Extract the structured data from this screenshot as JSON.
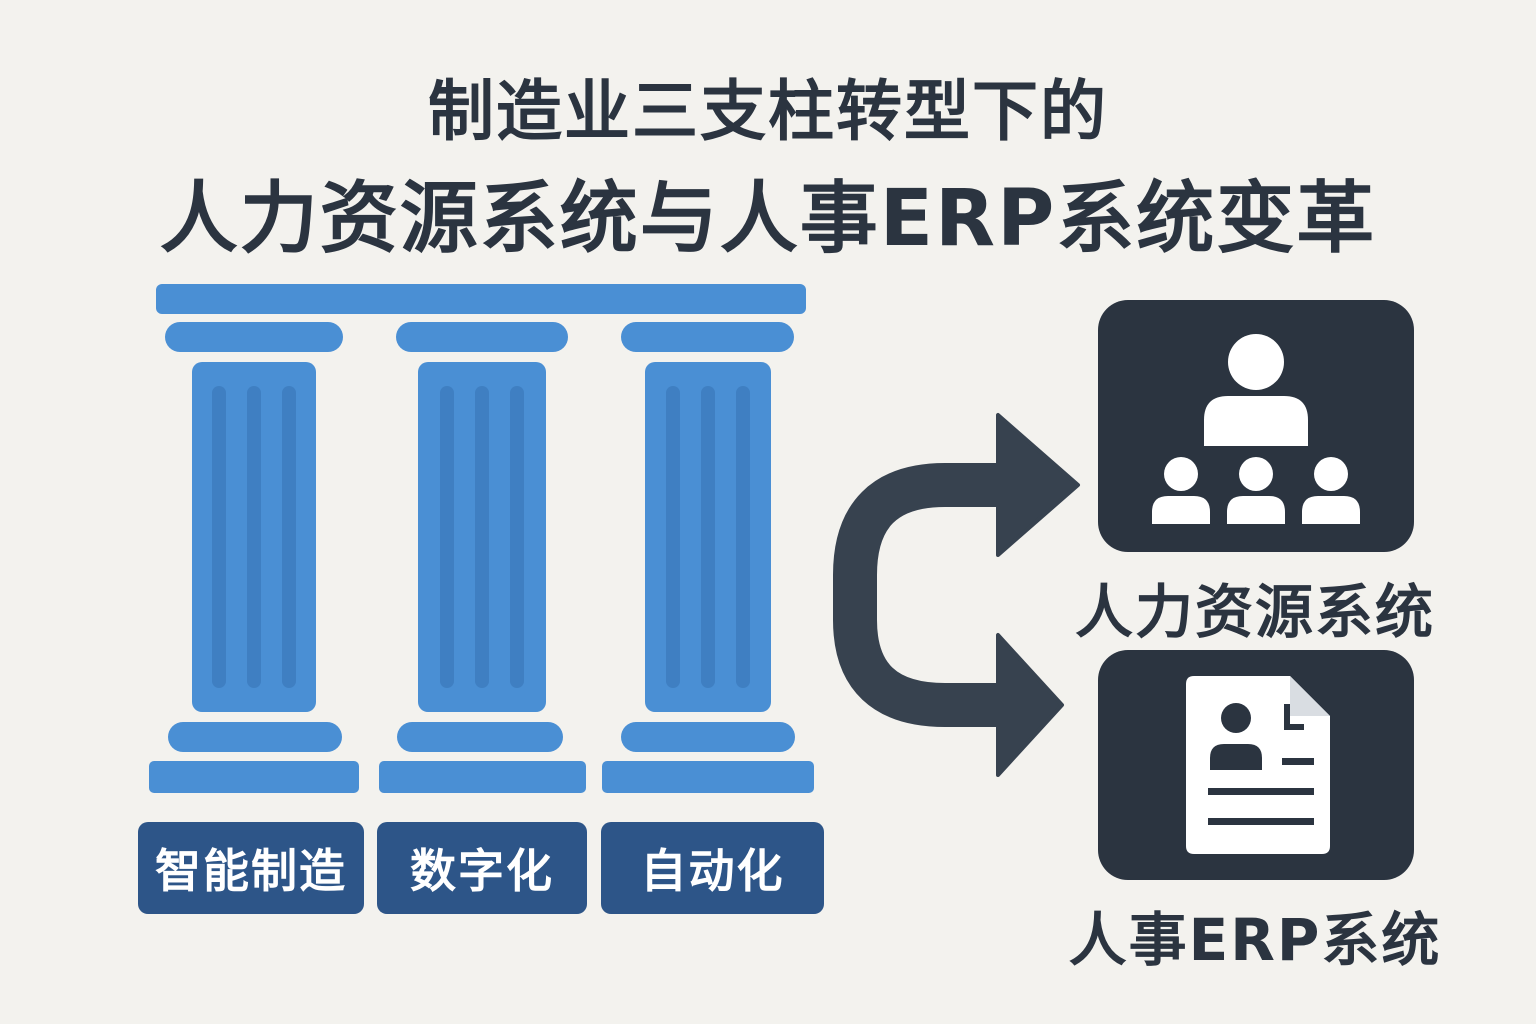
{
  "title": {
    "line1": "制造业三支柱转型下的",
    "line2": "人力资源系统与人事ERP系统变革"
  },
  "pillars": [
    {
      "label": "智能制造"
    },
    {
      "label": "数字化"
    },
    {
      "label": "自动化"
    }
  ],
  "systems": [
    {
      "label": "人力资源系统",
      "icon": "people-group-icon"
    },
    {
      "label": "人事ERP系统",
      "icon": "profile-document-icon"
    }
  ],
  "colors": {
    "pillar": "#4a8fd4",
    "pillar_flute": "#3f7fc2",
    "label_bg": "#2d5588",
    "dark": "#2b3440",
    "arrow": "#37424f",
    "background": "#f3f2ee"
  }
}
